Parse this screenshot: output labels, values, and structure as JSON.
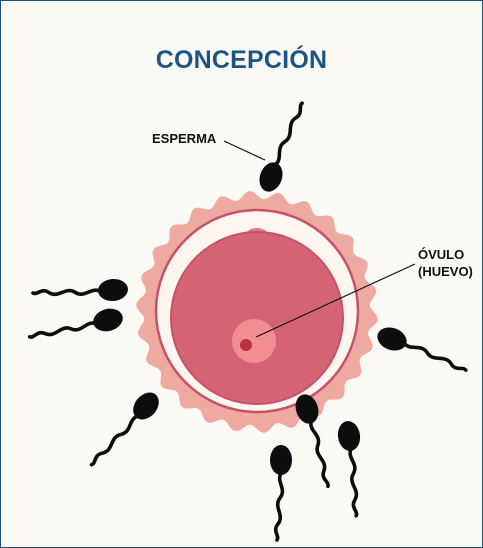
{
  "title": "CONCEPCIÓN",
  "labels": {
    "sperm": "ESPERMA",
    "ovum_line1": "ÓVULO",
    "ovum_line2": "(HUEVO)"
  },
  "colors": {
    "title": "#1d5486",
    "border": "#1f4e79",
    "background": "#fbf9f4",
    "corona": "#eeaaa0",
    "membrane": "#c75268",
    "cytoplasm": "#d46473",
    "nucleus": "#f48c93",
    "nucleolus": "#b8323f",
    "sperm": "#0d0d0d"
  },
  "icons": [
    "sperm-icon",
    "ovum-icon"
  ]
}
